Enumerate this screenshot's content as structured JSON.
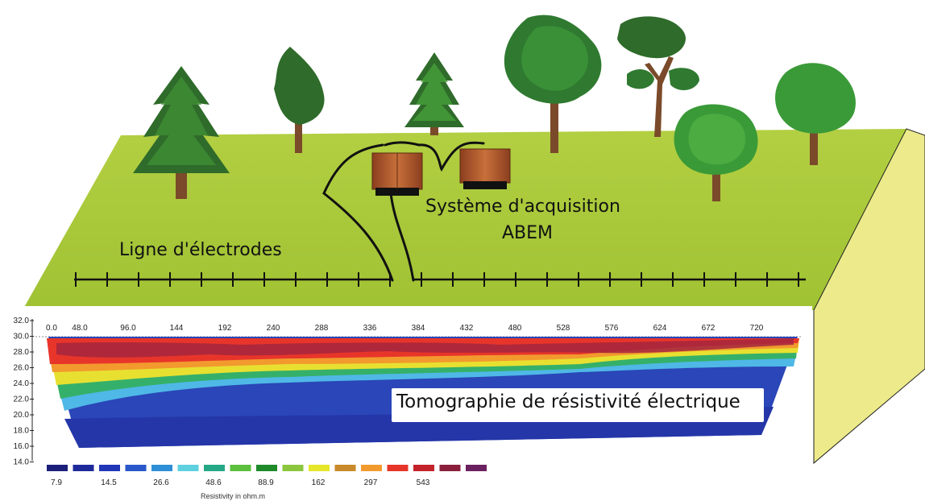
{
  "labels": {
    "electrode_line": "Ligne d'électrodes",
    "acquisition_line1": "Système d'acquisition",
    "acquisition_line2": "ABEM",
    "tomography": "Tomographie de résistivité électrique",
    "resistivity_unit": "Resistivity in ohm.m"
  },
  "profile": {
    "x_ticks": [
      "0.0",
      "48.0",
      "96.0",
      "144",
      "192",
      "240",
      "288",
      "336",
      "384",
      "432",
      "480",
      "528",
      "576",
      "624",
      "672",
      "720"
    ],
    "depth_ticks": [
      "32.0",
      "30.0",
      "28.0",
      "26.0",
      "24.0",
      "22.0",
      "20.0",
      "18.0",
      "16.0",
      "14.0"
    ]
  },
  "legend": {
    "values": [
      "7.9",
      "14.5",
      "26.6",
      "48.6",
      "88.9",
      "162",
      "297",
      "543"
    ],
    "swatch_colors": [
      "#1b1f7a",
      "#1f2a9a",
      "#2236b8",
      "#2a57c9",
      "#2e8fd6",
      "#5fd0e0",
      "#25a886",
      "#5cbf3e",
      "#1e8a2a",
      "#8cc63f",
      "#e6e62a",
      "#c88a2a",
      "#f29a2e",
      "#e8352a",
      "#c4232b",
      "#8a1f3c",
      "#6b2060"
    ]
  },
  "colors": {
    "ground": "#a7c93a",
    "box_side": "#ecea8a",
    "tree_dark": "#2f6b2a",
    "tree_mid": "#3f8f35",
    "trunk": "#7a4a2a",
    "instrument": "#a0522d"
  }
}
